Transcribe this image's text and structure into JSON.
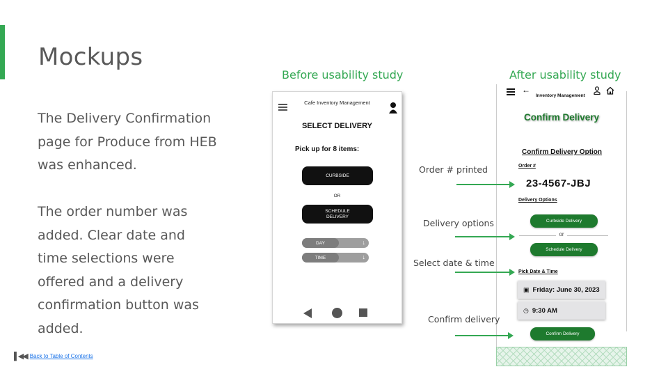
{
  "slide": {
    "title": "Mockups",
    "paragraphs": [
      "The Delivery Confirmation page for Produce from HEB was enhanced.",
      "The order number was added. Clear date and time selections were offered and a delivery confirmation button was added."
    ],
    "label_before": "Before usability study",
    "label_after": "After usability study",
    "accent_color": "#34a853",
    "back_link": "Back to Table of Contents",
    "back_icon": "skip-back-icon"
  },
  "before": {
    "app_title": "Cafe Inventory Management",
    "heading": "SELECT DELIVERY",
    "pickup_text": "Pick up for 8 items:",
    "curbside": "CURBSIDE",
    "or": "OR",
    "schedule": "SCHEDULE DELIVERY",
    "day": "DAY",
    "time": "TIME",
    "dropdown_arrow": "↓"
  },
  "after": {
    "app_title": "Inventory Management",
    "heading": "Confirm Delivery",
    "option_title": "Confirm Delivery Option",
    "order_label": "Order #",
    "order_number": "23-4567-JBJ",
    "options_label": "Delivery Options",
    "curbside": "Curbside Delivery",
    "or": "or",
    "schedule": "Schedule Delivery",
    "pick_label": "Pick Date & Time",
    "date_value": "Friday: June 30, 2023",
    "time_value": "9:30 AM",
    "confirm_button": "Confirm Delivery",
    "brand_color": "#1e7a2e"
  },
  "annotations": {
    "order": "Order # printed",
    "delivery": "Delivery  options",
    "select": "Select  date & time",
    "confirm": "Confirm  delivery"
  }
}
